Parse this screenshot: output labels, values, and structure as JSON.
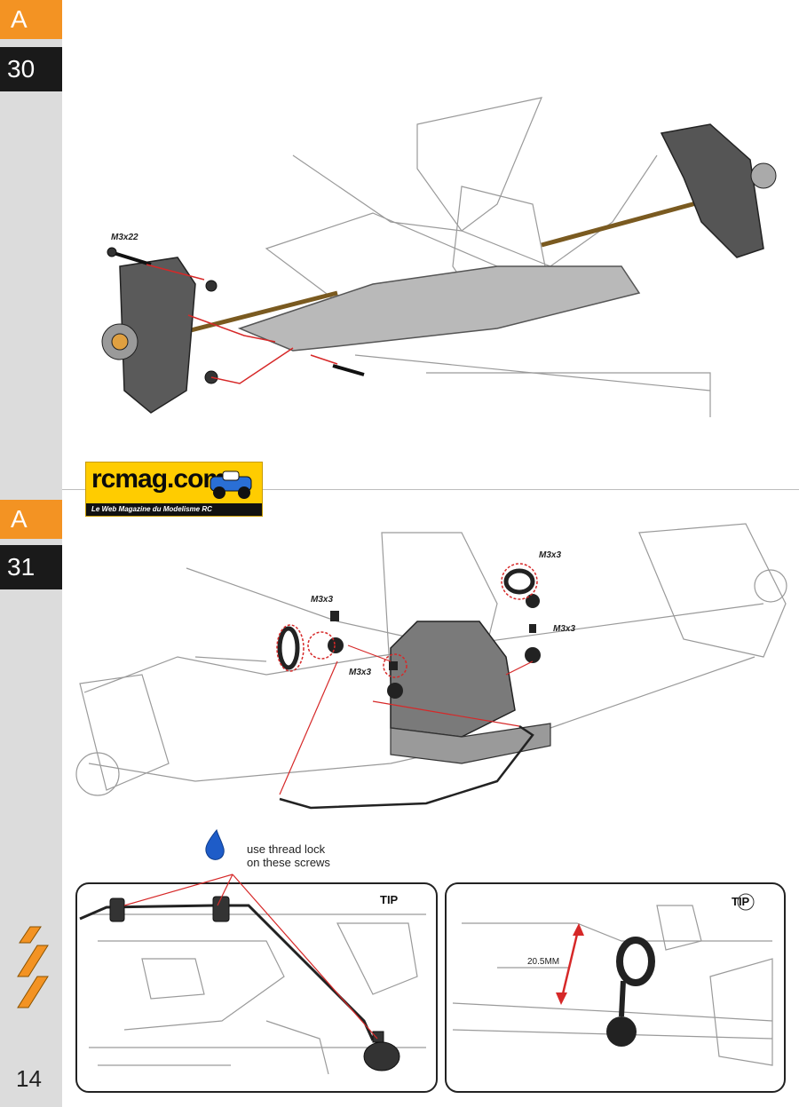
{
  "steps": [
    {
      "letter": "A",
      "number": "30"
    },
    {
      "letter": "A",
      "number": "31"
    }
  ],
  "page_number": "14",
  "logo": {
    "text": "rcmag.com",
    "tagline": "Le Web Magazine du Modelisme RC"
  },
  "labels": {
    "step30_screw": "M3x22",
    "step31_screw_a": "M3x3",
    "step31_screw_b": "M3x3",
    "step31_screw_c": "M3x3",
    "step31_screw_d": "M3x3"
  },
  "note": {
    "line1": "use thread lock",
    "line2": "on these screws"
  },
  "tips": [
    {
      "title": "TIP"
    },
    {
      "title": "TIP",
      "dimension": "20.5MM"
    }
  ],
  "colors": {
    "accent": "#f39323",
    "dark": "#1a1a1a",
    "highlight": "#d62828",
    "drop": "#1e5cc8"
  }
}
